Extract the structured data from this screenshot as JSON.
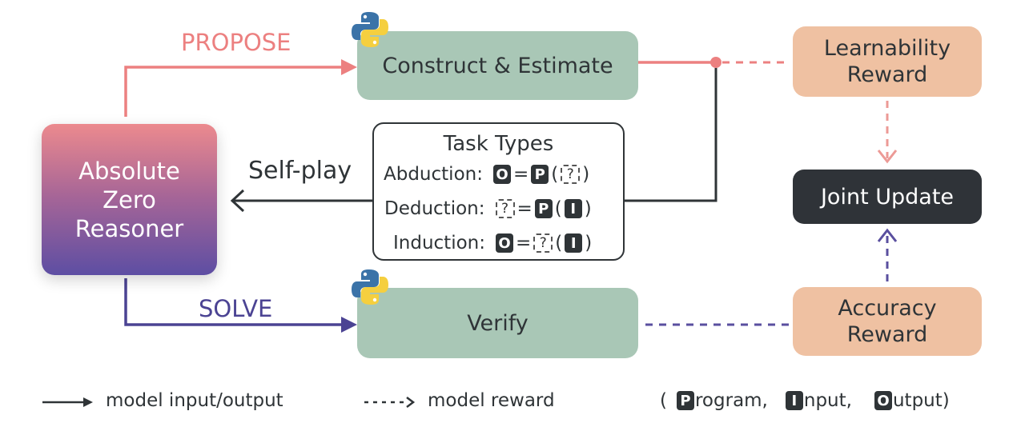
{
  "nodes": {
    "reasoner": {
      "line1": "Absolute",
      "line2": "Zero",
      "line3": "Reasoner"
    },
    "construct": "Construct & Estimate",
    "verify": "Verify",
    "learnability": {
      "line1": "Learnability",
      "line2": "Reward"
    },
    "accuracy": {
      "line1": "Accuracy",
      "line2": "Reward"
    },
    "joint_update": "Joint Update"
  },
  "labels": {
    "propose": "PROPOSE",
    "solve": "SOLVE",
    "self_play": "Self-play"
  },
  "task_types": {
    "title": "Task Types",
    "abduction": "Abduction:",
    "deduction": "Deduction:",
    "induction": "Induction:",
    "tag_o": "O",
    "tag_p": "P",
    "tag_i": "I",
    "question": "?",
    "equals": "=",
    "open_paren": "(",
    "close_paren": ")"
  },
  "legend": {
    "solid_label": "model input/output",
    "dashed_label": "model reward",
    "open_paren": "(",
    "program_letter": "P",
    "program_rest": "rogram,",
    "input_letter": "I",
    "input_rest": "nput,",
    "output_letter": "O",
    "output_rest": "utput)"
  },
  "colors": {
    "propose_arrow": "#ec8080",
    "solve_arrow": "#4b4393",
    "self_play_arrow": "#2f3437",
    "learnability_dash": "#ec8080",
    "accuracy_dash": "#5a4f9f",
    "node_green": "#a9c7b6",
    "node_peach": "#efc1a2",
    "node_dark": "#2f3338"
  },
  "icons": [
    "python-logo-icon",
    "arrow-icon",
    "dashed-arrow-icon"
  ]
}
